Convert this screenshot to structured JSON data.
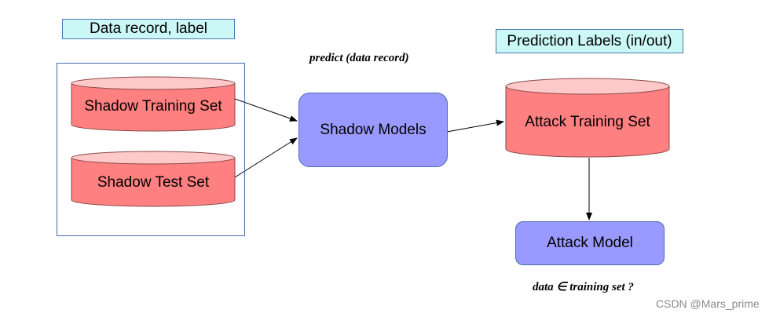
{
  "labels": {
    "data_record": "Data record, label",
    "prediction_labels": "Prediction Labels (in/out)"
  },
  "captions": {
    "predict": "predict (data record)",
    "membership": "data ∈ training set ?"
  },
  "nodes": {
    "shadow_training_set": "Shadow Training Set",
    "shadow_test_set": "Shadow Test Set",
    "shadow_models": "Shadow Models",
    "attack_training_set": "Attack Training Set",
    "attack_model": "Attack Model"
  },
  "watermark": "CSDN @Mars_prime",
  "colors": {
    "cylinder_fill": "#ff8080",
    "cylinder_top": "#ffc9c9",
    "model_fill": "#9999ff",
    "label_fill": "#ccf7f7",
    "frame_border": "#4a6ca8"
  }
}
